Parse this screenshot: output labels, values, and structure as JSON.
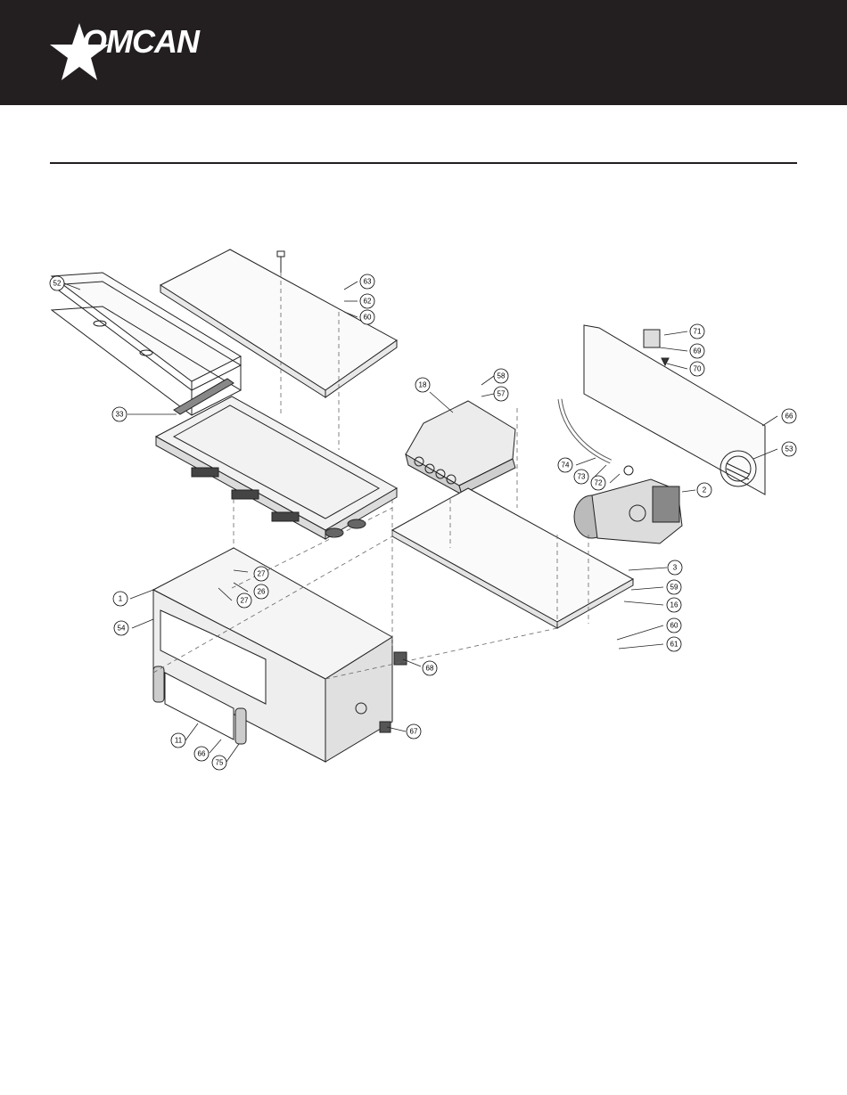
{
  "brand": {
    "name": "OMCAN",
    "header_color": "#231f20",
    "logo_icon": "star-icon"
  },
  "callouts": [
    {
      "id": "c52",
      "label": "52"
    },
    {
      "id": "c63",
      "label": "63"
    },
    {
      "id": "c62",
      "label": "62"
    },
    {
      "id": "c60a",
      "label": "60"
    },
    {
      "id": "c71",
      "label": "71"
    },
    {
      "id": "c69",
      "label": "69"
    },
    {
      "id": "c70",
      "label": "70"
    },
    {
      "id": "c58",
      "label": "58"
    },
    {
      "id": "c57",
      "label": "57"
    },
    {
      "id": "c18",
      "label": "18"
    },
    {
      "id": "c33",
      "label": "33"
    },
    {
      "id": "c66a",
      "label": "66"
    },
    {
      "id": "c53",
      "label": "53"
    },
    {
      "id": "c74",
      "label": "74"
    },
    {
      "id": "c73",
      "label": "73"
    },
    {
      "id": "c72",
      "label": "72"
    },
    {
      "id": "c2",
      "label": "2"
    },
    {
      "id": "c27a",
      "label": "27"
    },
    {
      "id": "c26",
      "label": "26"
    },
    {
      "id": "c27b",
      "label": "27"
    },
    {
      "id": "c3",
      "label": "3"
    },
    {
      "id": "c1",
      "label": "1"
    },
    {
      "id": "c59",
      "label": "59"
    },
    {
      "id": "c16",
      "label": "16"
    },
    {
      "id": "c54",
      "label": "54"
    },
    {
      "id": "c60b",
      "label": "60"
    },
    {
      "id": "c61",
      "label": "61"
    },
    {
      "id": "c68",
      "label": "68"
    },
    {
      "id": "c67",
      "label": "67"
    },
    {
      "id": "c11",
      "label": "11"
    },
    {
      "id": "c66b",
      "label": "66"
    },
    {
      "id": "c75",
      "label": "75"
    }
  ]
}
